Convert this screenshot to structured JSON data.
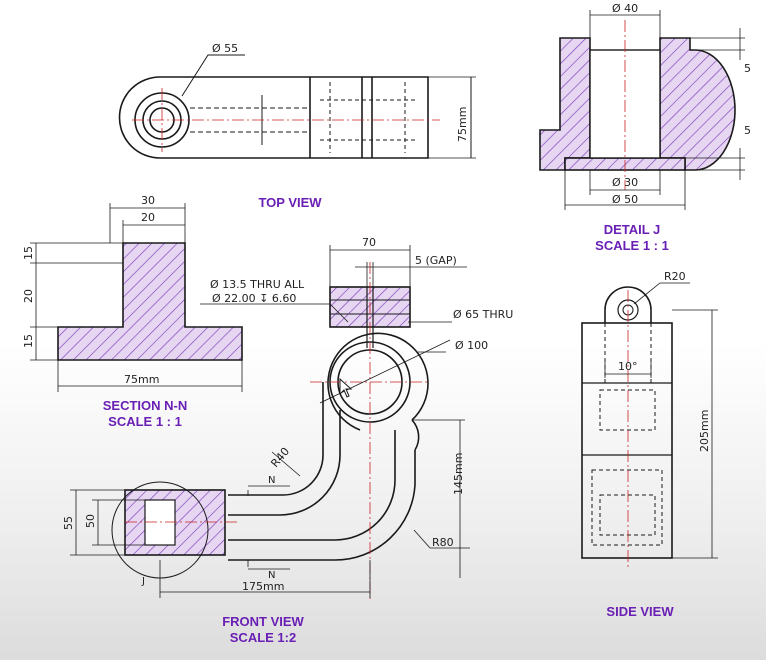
{
  "colors": {
    "line": "#1a1a1a",
    "hatch": "#7b3fb8",
    "fill": "#e6d6f2",
    "label": "#6a1fb5",
    "center": "#cc2222"
  },
  "labels": {
    "top_view": "TOP VIEW",
    "detail_j": "DETAIL J",
    "detail_j_scale": "SCALE 1 : 1",
    "section_nn": "SECTION N-N",
    "section_nn_scale": "SCALE 1 : 1",
    "front_view": "FRONT VIEW",
    "front_view_scale": "SCALE 1:2",
    "side_view": "SIDE VIEW"
  },
  "dims": {
    "top_dia55": "Ø 55",
    "top_75mm": "75mm",
    "det_dia40": "Ø 40",
    "det_5a": "5",
    "det_5b": "5",
    "det_dia30": "Ø 30",
    "det_dia50": "Ø 50",
    "sec_30": "30",
    "sec_20": "20",
    "sec_15a": "15",
    "sec_20b": "20",
    "sec_15b": "15",
    "sec_75mm": "75mm",
    "fr_70": "70",
    "fr_gap": "5 (GAP)",
    "fr_hole1": "Ø 13.5 THRU ALL",
    "fr_hole2": "Ø 22.00 ↧ 6.60",
    "fr_dia65": "Ø 65 THRU",
    "fr_dia100": "Ø 100",
    "fr_r40": "R40",
    "fr_145mm": "145mm",
    "fr_r80": "R80",
    "fr_175mm": "175mm",
    "fr_55": "55",
    "fr_50": "50",
    "fr_n_top": "N",
    "fr_n_bottom": "N",
    "fr_j": "J",
    "side_r20": "R20",
    "side_10deg": "10°",
    "side_205mm": "205mm"
  }
}
